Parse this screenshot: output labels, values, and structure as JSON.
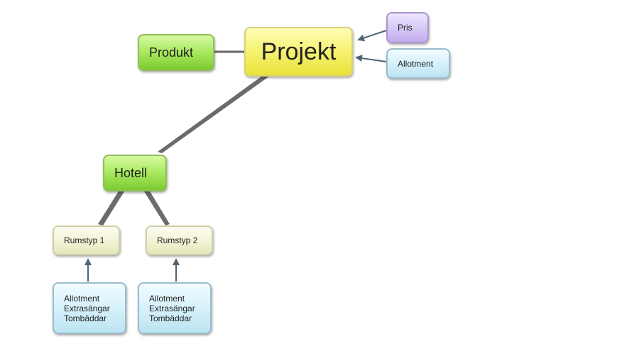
{
  "diagram": {
    "root": {
      "label": "Projekt"
    },
    "produkt": {
      "label": "Produkt"
    },
    "pris": {
      "label": "Pris"
    },
    "allotment": {
      "label": "Allotment"
    },
    "hotell": {
      "label": "Hotell"
    },
    "rumstyp1": {
      "label": "Rumstyp 1"
    },
    "rumstyp2": {
      "label": "Rumstyp 2"
    },
    "details1": {
      "lines": [
        "Allotment",
        "Extrasängar",
        "Tombäddar"
      ]
    },
    "details2": {
      "lines": [
        "Allotment",
        "Extrasängar",
        "Tombäddar"
      ]
    }
  },
  "colors": {
    "connector": "#666666",
    "arrow": "#4f6473",
    "root": "#f7f377",
    "green": "#a8e85e",
    "purple": "#d6c7f6",
    "blue": "#d3f0fb",
    "cream": "#f1f2d2"
  }
}
